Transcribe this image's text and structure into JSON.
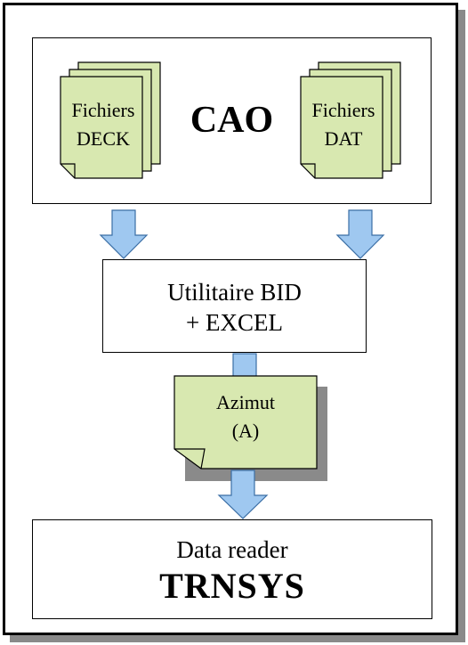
{
  "cao": {
    "title": "CAO",
    "left_doc": [
      "Fichiers",
      "DECK"
    ],
    "right_doc": [
      "Fichiers",
      "DAT"
    ]
  },
  "bid": {
    "line1": "Utilitaire BID",
    "line2": "+ EXCEL"
  },
  "azimut": {
    "line1": "Azimut",
    "line2": "(A)"
  },
  "trnsys": {
    "line1": "Data reader",
    "line2": "TRNSYS"
  },
  "colors": {
    "doc_fill": "#d8e8b0",
    "arrow_fill": "#9fc8f0",
    "arrow_stroke": "#3a6ea5",
    "shadow": "#8a8a8a"
  }
}
